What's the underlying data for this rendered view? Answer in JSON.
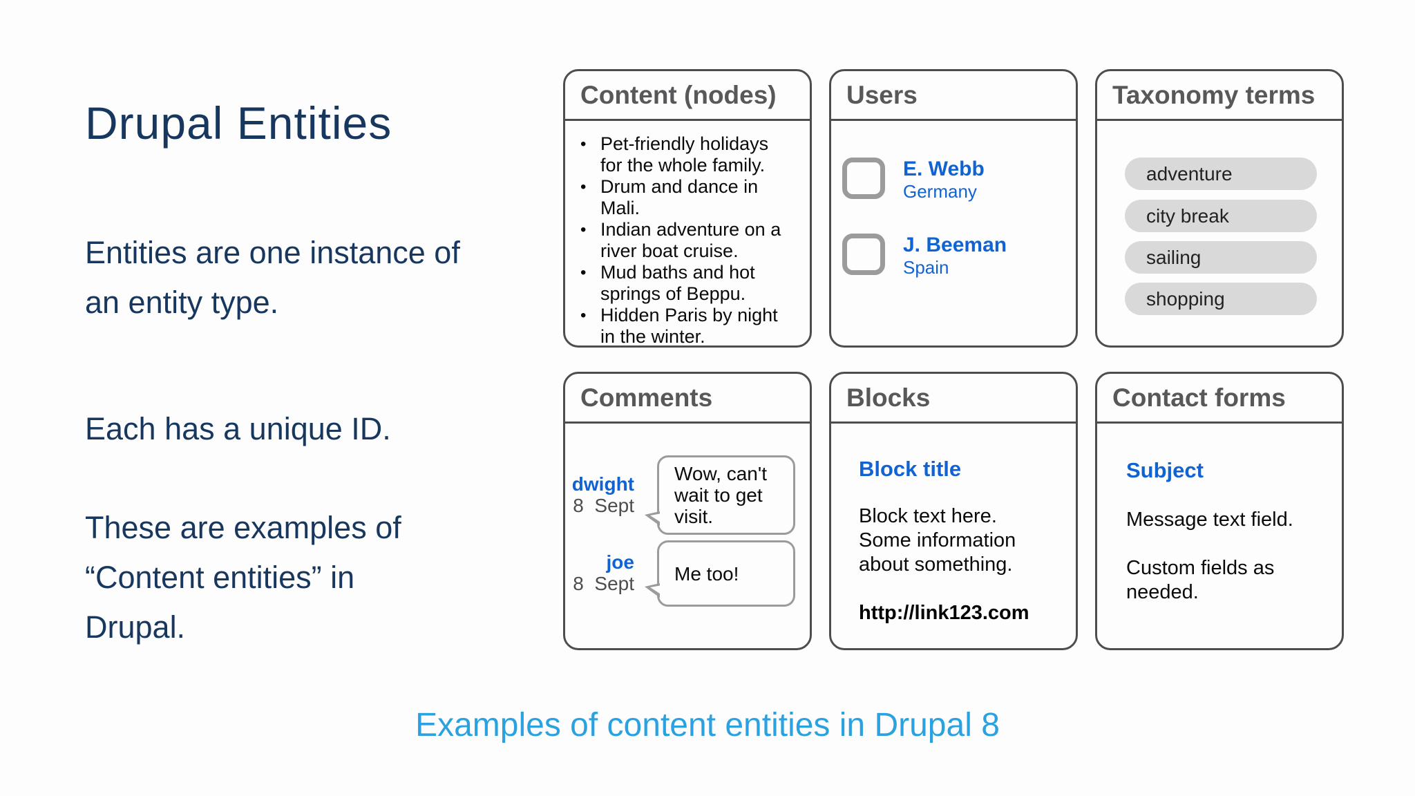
{
  "colors": {
    "heading_navy": "#17375e",
    "card_border_gray": "#4d4d4f",
    "card_header_gray": "#58585a",
    "link_blue": "#1163d2",
    "caption_blue": "#2ba2df",
    "pill_gray": "#d9d9d9",
    "bubble_border_gray": "#9b9b9d"
  },
  "left_panel": {
    "title": "Drupal Entities",
    "paragraph_1": "Entities are one instance of an entity type.",
    "paragraph_2": "Each has a unique ID.",
    "paragraph_3": "These are examples of “Content entities” in Drupal."
  },
  "boxes": {
    "content": {
      "title": "Content (nodes)",
      "bullet_char": "•",
      "items": [
        "Pet-friendly holidays for the whole family.",
        "Drum and dance in Mali.",
        "Indian adventure on a river boat cruise.",
        "Mud baths and hot springs of Beppu.",
        "Hidden Paris by night in the winter."
      ]
    },
    "users": {
      "title": "Users",
      "users": [
        {
          "name": "E. Webb",
          "country": "Germany"
        },
        {
          "name": "J. Beeman",
          "country": "Spain"
        }
      ]
    },
    "taxonomy": {
      "title": "Taxonomy terms",
      "terms": [
        "adventure",
        "city break",
        "sailing",
        "shopping"
      ]
    },
    "comments": {
      "title": "Comments",
      "comments": [
        {
          "author": "dwight",
          "date": "8  Sept",
          "text": "Wow, can't wait to get visit."
        },
        {
          "author": "joe",
          "date": "8  Sept",
          "text": "Me too!"
        }
      ]
    },
    "blocks": {
      "title": "Blocks",
      "block_title": "Block title",
      "block_text": "Block text here. Some information about something.",
      "link": "http://link123.com"
    },
    "contact": {
      "title": "Contact forms",
      "subject_label": "Subject",
      "line_1": "Message text field.",
      "line_2": "Custom fields as needed."
    }
  },
  "caption": "Examples of content entities in Drupal 8"
}
